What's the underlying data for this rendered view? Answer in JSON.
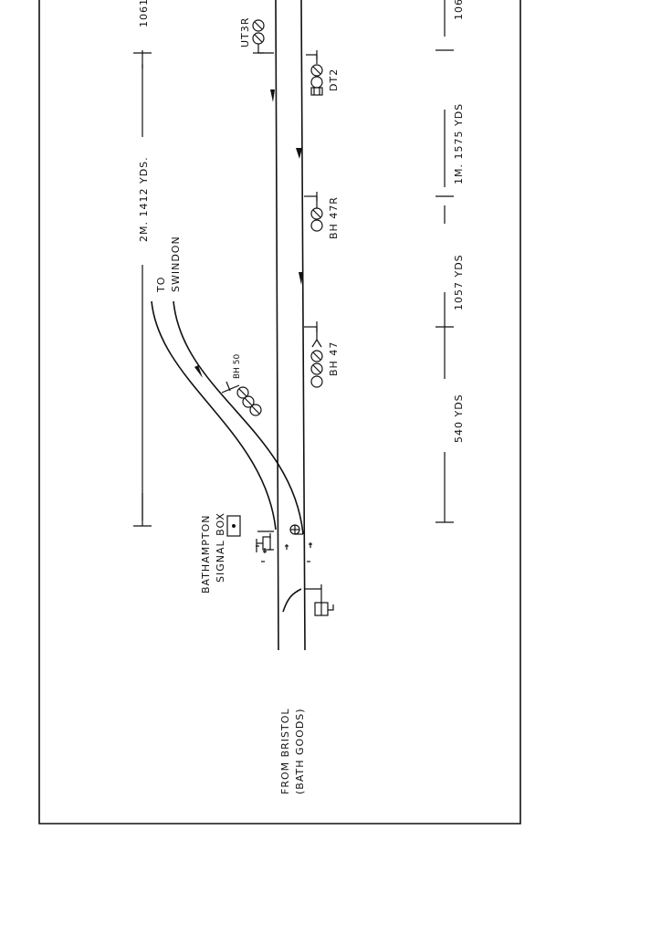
{
  "dimensions": {
    "top": "2M. 1412 YDS.",
    "bottom_1": "540 YDS",
    "bottom_2": "1057 YDS",
    "bottom_3": "1M. 1575 YDS",
    "top_edge_fragment": "1061",
    "bottom_edge_fragment": "106"
  },
  "places": {
    "to_line1": "TO",
    "to_line2": "SWINDON",
    "from_line1": "FROM BRISTOL",
    "from_line2": "(BATH GOODS)",
    "box_line1": "BATHAMPTON",
    "box_line2": "SIGNAL BOX"
  },
  "signals": {
    "ut3r": "UT3R",
    "dt2": "DT2",
    "bh47r": "BH 47R",
    "bh47": "BH 47",
    "bh50": "BH 50"
  }
}
